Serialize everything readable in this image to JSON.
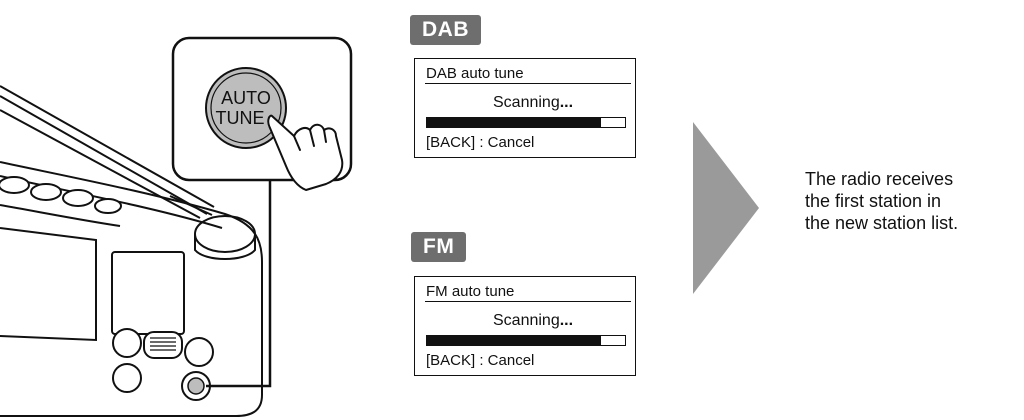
{
  "button": {
    "line1": "AUTO",
    "line2": "TUNE"
  },
  "dab": {
    "tag": "DAB",
    "screen": {
      "title": "DAB auto tune",
      "status": "Scanning",
      "status_dots": "...",
      "progress": 0.88,
      "cancel": "[BACK] : Cancel"
    }
  },
  "fm": {
    "tag": "FM",
    "screen": {
      "title": "FM auto tune",
      "status": "Scanning",
      "status_dots": "...",
      "progress": 0.88,
      "cancel": "[BACK] : Cancel"
    }
  },
  "result": {
    "line1": "The radio receives",
    "line2": "the first station in",
    "line3": "the new station list."
  },
  "colors": {
    "tag_bg": "#6e6e6e",
    "arrow": "#9a9a9a",
    "button_fill": "#bdbdbd",
    "line": "#111111"
  }
}
